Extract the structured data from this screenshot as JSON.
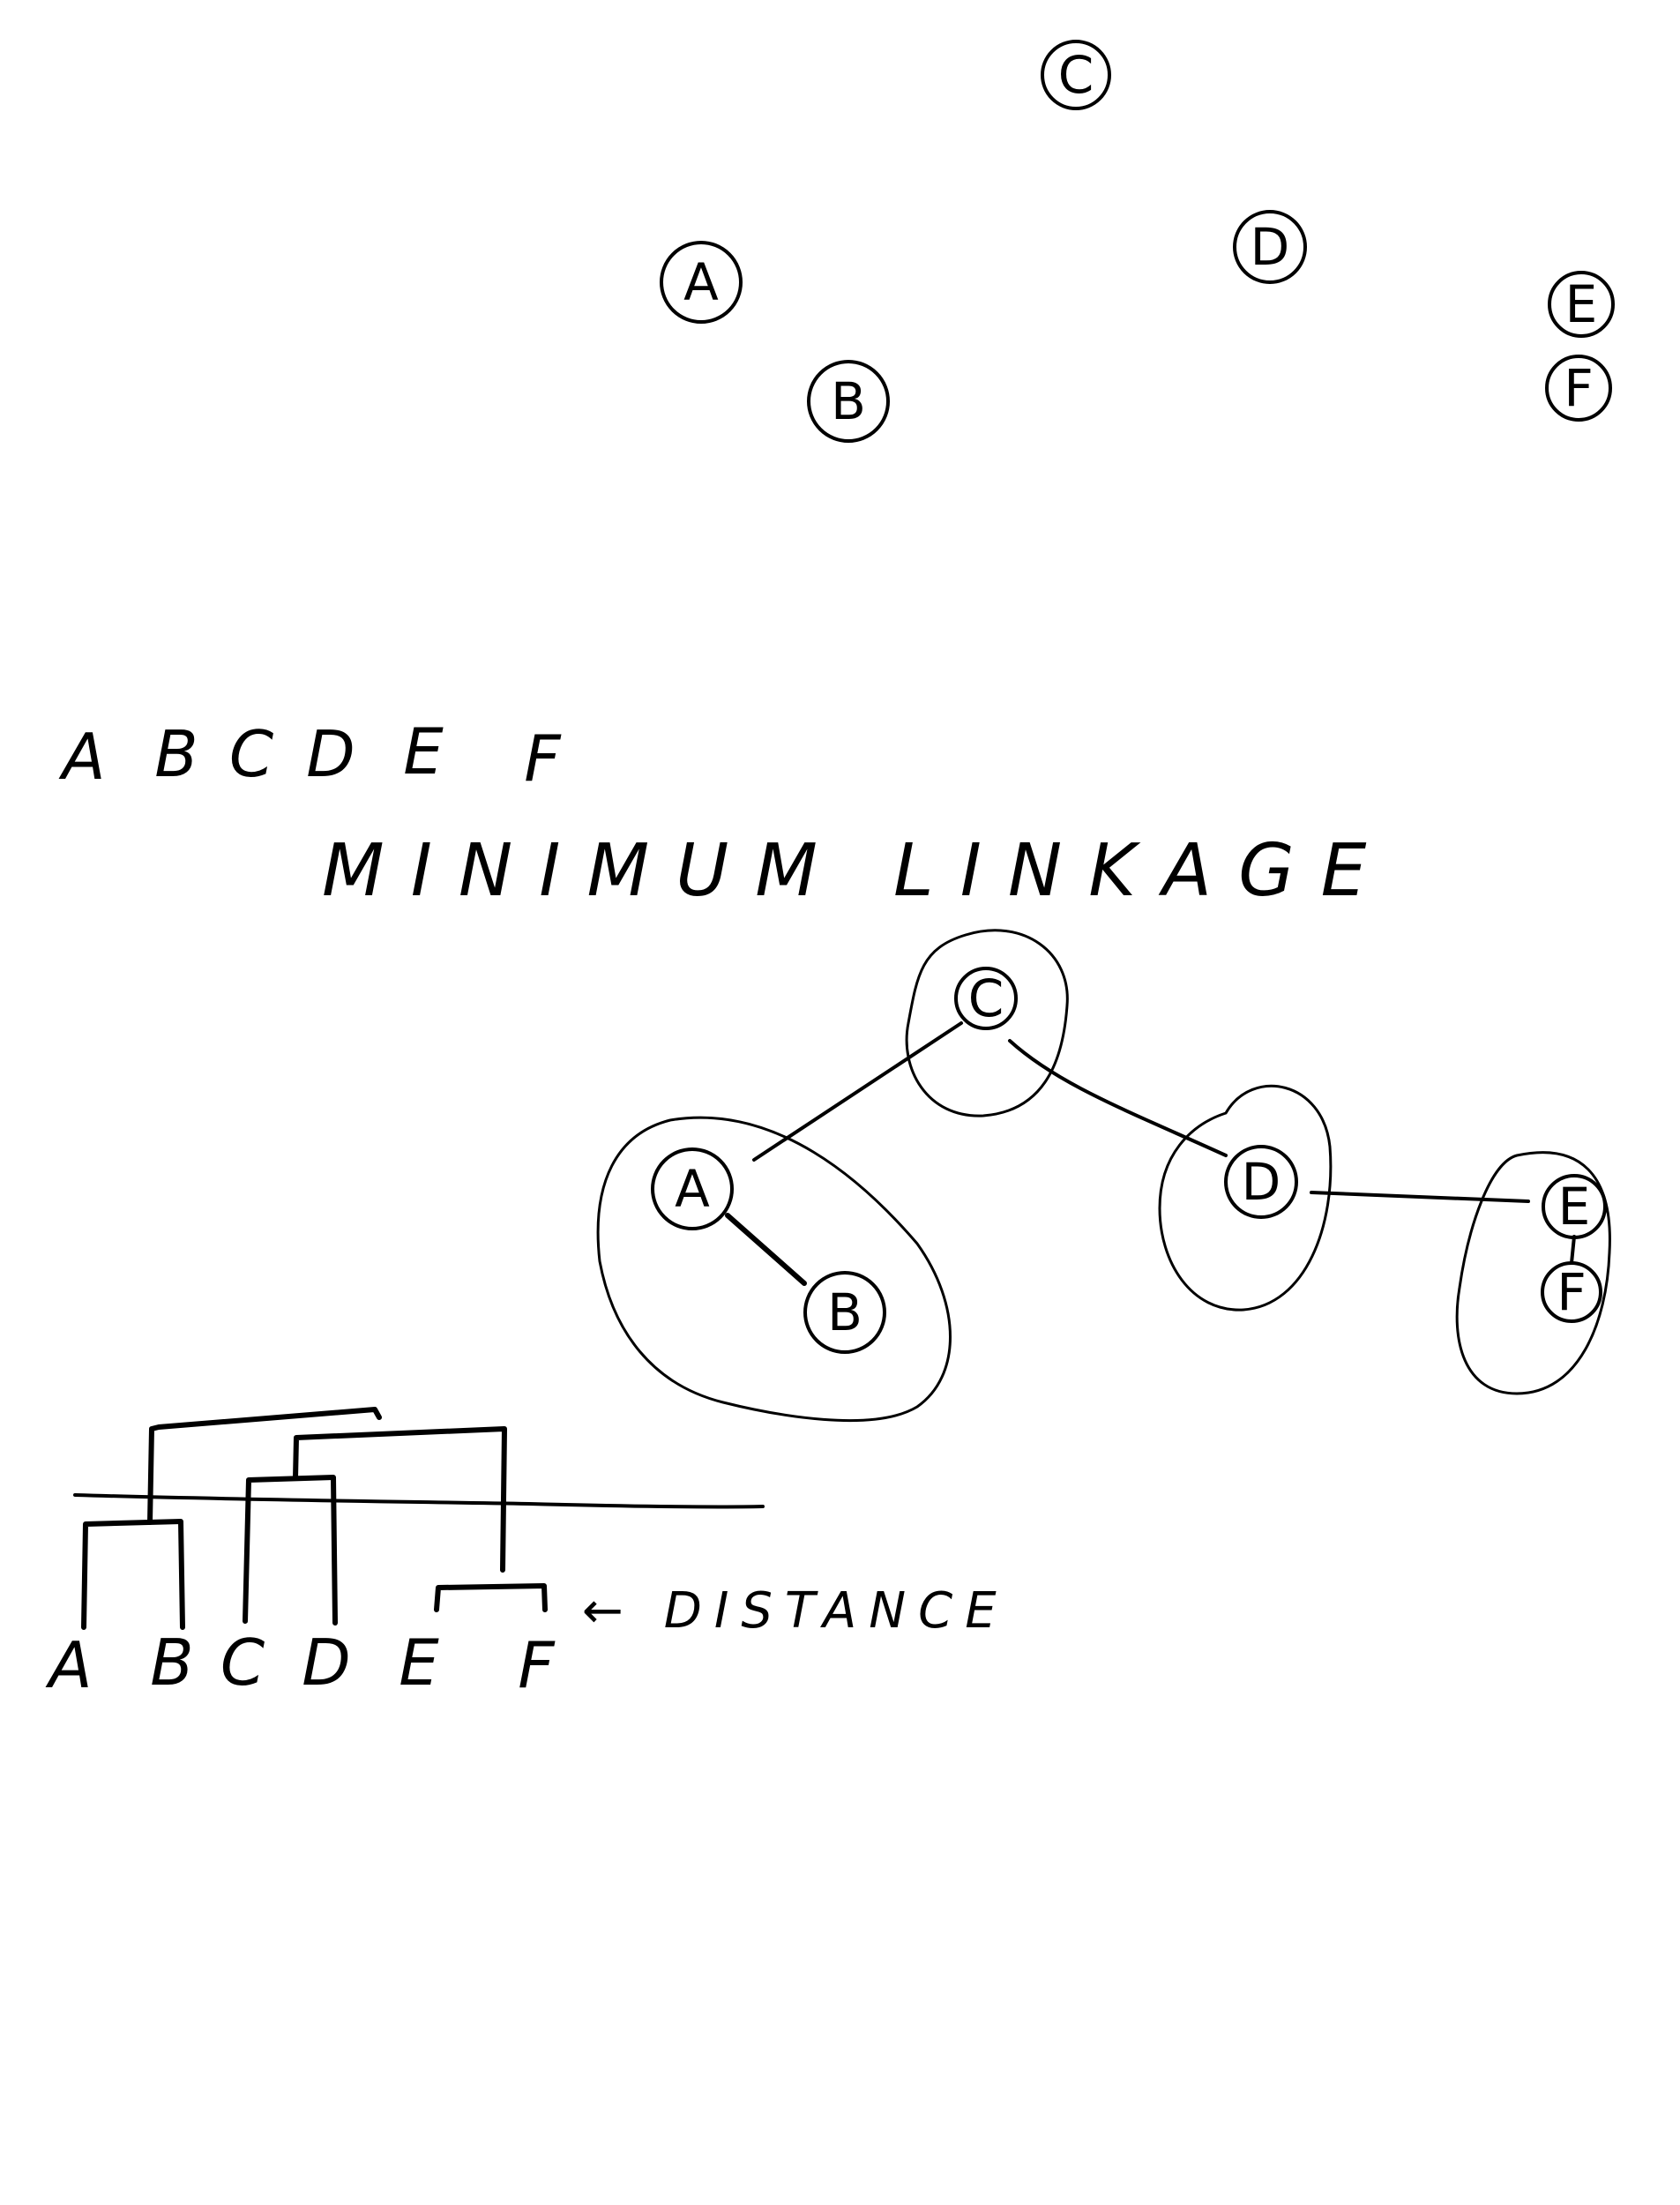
{
  "scatter_nodes": [
    "C",
    "A",
    "D",
    "E",
    "B",
    "F"
  ],
  "letters_row": [
    "A",
    "B",
    "C",
    "D",
    "E",
    "F"
  ],
  "title": "MINIMUM LINKAGE",
  "cluster_nodes": [
    "C",
    "A",
    "D",
    "E",
    "B",
    "F"
  ],
  "dendrogram_leaves": [
    "A",
    "B",
    "C",
    "D",
    "E",
    "F"
  ],
  "distance_annotation": "← DISTANCE"
}
